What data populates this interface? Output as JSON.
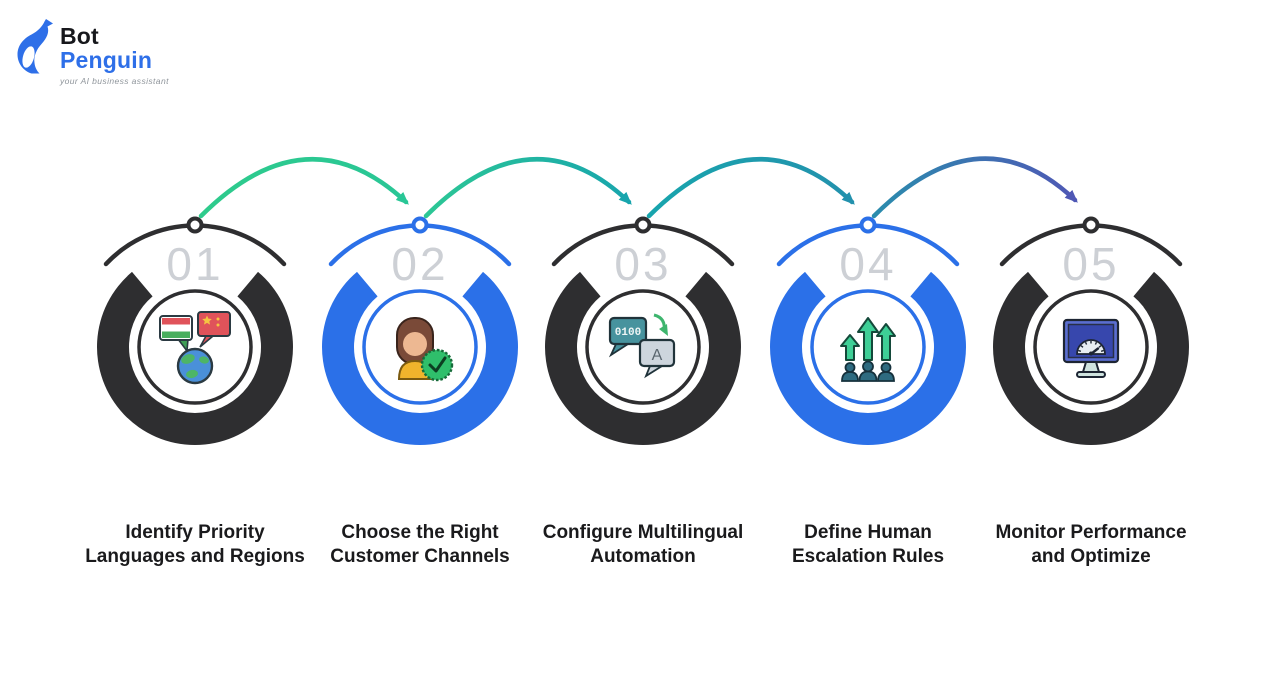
{
  "logo": {
    "brand_line1": "Bot",
    "brand_line2": "Penguin",
    "tagline": "your AI business assistant"
  },
  "steps": [
    {
      "number": "01",
      "label_line1": "Identify Priority",
      "label_line2": "Languages and Regions",
      "theme": "dark",
      "theme_color": "#2e2e30",
      "icon": "globe-languages-icon"
    },
    {
      "number": "02",
      "label_line1": "Choose the Right",
      "label_line2": "Customer Channels",
      "theme": "blue",
      "theme_color": "#2b70e8",
      "icon": "customer-verified-icon"
    },
    {
      "number": "03",
      "label_line1": "Configure Multilingual",
      "label_line2": "Automation",
      "theme": "dark",
      "theme_color": "#2e2e30",
      "icon": "translate-bubbles-icon",
      "bubble_code": "0100",
      "bubble_letter": "A"
    },
    {
      "number": "04",
      "label_line1": "Define Human",
      "label_line2": "Escalation Rules",
      "theme": "blue",
      "theme_color": "#2b70e8",
      "icon": "team-escalation-icon"
    },
    {
      "number": "05",
      "label_line1": "Monitor Performance",
      "label_line2": "and Optimize",
      "theme": "dark",
      "theme_color": "#2e2e30",
      "icon": "performance-monitor-icon"
    }
  ],
  "flow": {
    "arrows": [
      {
        "from": "01",
        "to": "02",
        "start_color": "#2ecb8c",
        "end_color": "#29c696"
      },
      {
        "from": "02",
        "to": "03",
        "start_color": "#2cc795",
        "end_color": "#18a5ad"
      },
      {
        "from": "03",
        "to": "04",
        "start_color": "#18a5ad",
        "end_color": "#2391ad"
      },
      {
        "from": "04",
        "to": "05",
        "start_color": "#2a8cad",
        "end_color": "#4f58b5"
      }
    ]
  },
  "colors": {
    "dark": "#2e2e30",
    "blue": "#2b70e8",
    "green": "#2bc88e",
    "teal": "#18a5ad",
    "indigo": "#4f58b5",
    "number_gray": "#cdd0d5",
    "label_text": "#1a1a1c",
    "brand_dark": "#17181c",
    "brand_blue": "#2e6fe8",
    "tagline_gray": "#8f959b",
    "background": "#ffffff"
  }
}
